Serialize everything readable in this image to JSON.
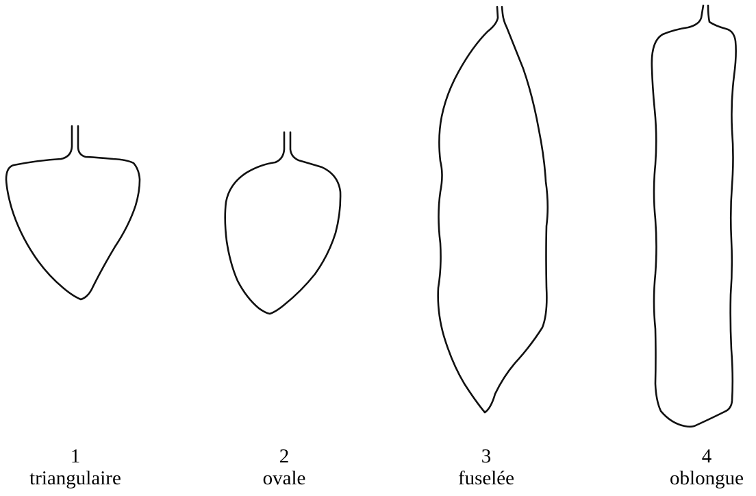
{
  "shapes": [
    {
      "number": "1",
      "name": "triangulaire"
    },
    {
      "number": "2",
      "name": "ovale"
    },
    {
      "number": "3",
      "name": "fuselée"
    },
    {
      "number": "4",
      "name": "oblongue"
    }
  ],
  "colors": {
    "ink": "#111111",
    "background": "#ffffff"
  }
}
